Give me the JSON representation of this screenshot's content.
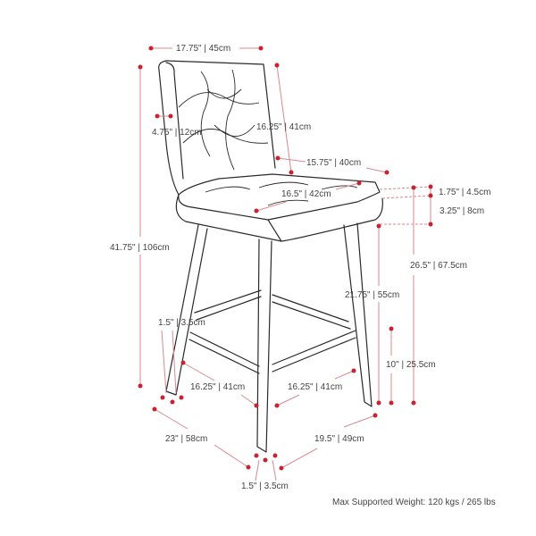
{
  "colors": {
    "dimension_dot": "#cc1f2f",
    "dimension_line": "#d98a90",
    "outline": "#2a2a2a"
  },
  "dimensions": {
    "back_width": "17.75\" | 45cm",
    "armrest_width": "4.75\" | 12cm",
    "back_height": "16.25\" | 41cm",
    "seat_depth": "15.75\" | 40cm",
    "seat_width": "16.5\" | 42cm",
    "cushion_thickness": "1.75\" | 4.5cm",
    "seat_frame_height": "3.25\" | 8cm",
    "total_height": "41.75\" | 106cm",
    "seat_height": "26.5\" | 67.5cm",
    "leg_height": "21.75\" | 55cm",
    "leg_width_left": "1.5\" | 3.5cm",
    "footrest_height": "10\" | 25.5cm",
    "footrest_left": "16.25\" | 41cm",
    "footrest_right": "16.25\" | 41cm",
    "base_depth": "23\" | 58cm",
    "base_width": "19.5\" | 49cm",
    "leg_width_bottom": "1.5\" | 3.5cm"
  },
  "max_weight": "Max Supported Weight: 120 kgs / 265 lbs"
}
